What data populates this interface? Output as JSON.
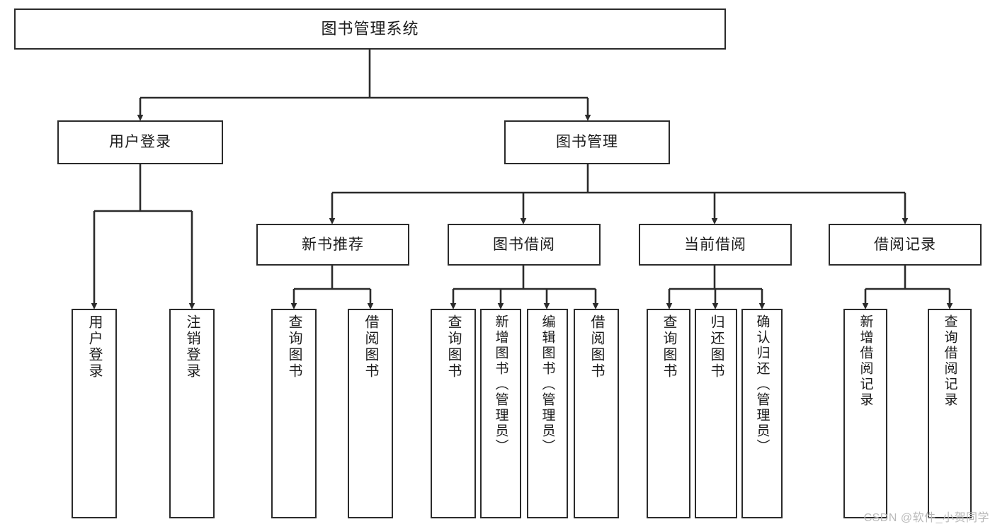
{
  "diagram": {
    "title": "图书管理系统",
    "type": "tree-hierarchy-chart",
    "watermark": "CSDN @软件_小贺同学",
    "colors": {
      "box_border": "#2b2b2b",
      "box_fill": "#ffffff",
      "connector": "#2b2b2b",
      "text": "#1b1b1b",
      "watermark": "#b9b9b9"
    },
    "root": {
      "label": "图书管理系统"
    },
    "level2": [
      {
        "id": "user-login",
        "label": "用户登录"
      },
      {
        "id": "book-management",
        "label": "图书管理"
      }
    ],
    "level3": [
      {
        "id": "new-book-recommend",
        "label": "新书推荐"
      },
      {
        "id": "book-borrow",
        "label": "图书借阅"
      },
      {
        "id": "current-borrow",
        "label": "当前借阅"
      },
      {
        "id": "borrow-record",
        "label": "借阅记录"
      }
    ],
    "leaves": {
      "user_login": [
        {
          "id": "leaf-user-login",
          "label": "用户登录"
        },
        {
          "id": "leaf-logout-login",
          "label": "注销登录"
        }
      ],
      "new_book_recommend": [
        {
          "id": "leaf-query-book-1",
          "label": "查询图书"
        },
        {
          "id": "leaf-borrow-book-1",
          "label": "借阅图书"
        }
      ],
      "book_borrow": [
        {
          "id": "leaf-query-book-2",
          "label": "查询图书"
        },
        {
          "id": "leaf-add-book",
          "label": "新增图书（管理员）"
        },
        {
          "id": "leaf-edit-book",
          "label": "编辑图书（管理员）"
        },
        {
          "id": "leaf-borrow-book-2",
          "label": "借阅图书"
        }
      ],
      "current_borrow": [
        {
          "id": "leaf-query-book-3",
          "label": "查询图书"
        },
        {
          "id": "leaf-return-book",
          "label": "归还图书"
        },
        {
          "id": "leaf-confirm-return",
          "label": "确认归还（管理员）"
        }
      ],
      "borrow_record": [
        {
          "id": "leaf-add-record",
          "label": "新增借阅记录"
        },
        {
          "id": "leaf-query-record",
          "label": "查询借阅记录"
        }
      ]
    }
  }
}
